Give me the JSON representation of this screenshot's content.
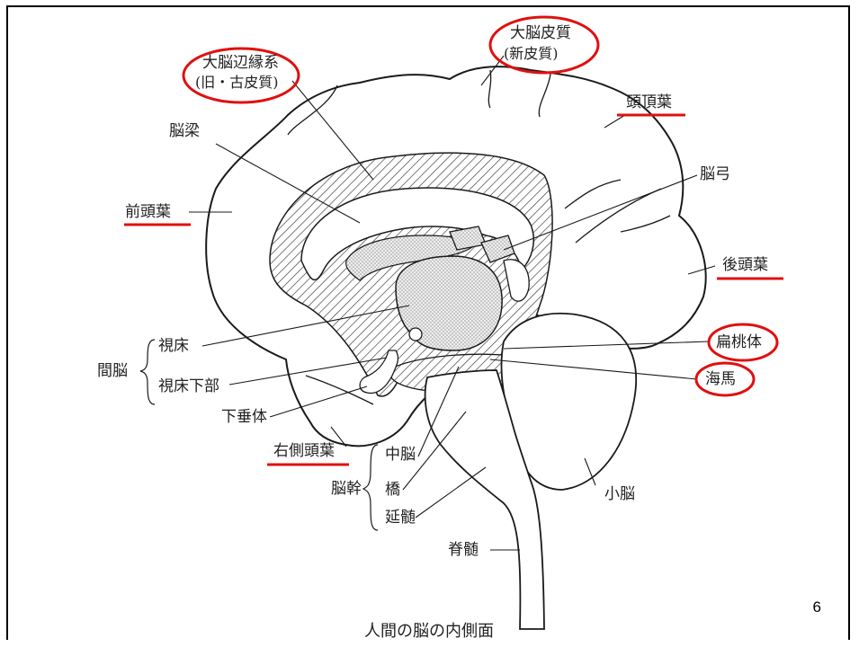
{
  "colors": {
    "highlight": "#e01010",
    "line": "#1a1a1a",
    "hatch": "#444444",
    "dots": "#9a9a9a"
  },
  "labels": {
    "limbic_1": "大脳辺縁系",
    "limbic_2": "(旧・古皮質)",
    "cortex_1": "大脳皮質",
    "cortex_2": "(新皮質)",
    "parietal": "頭頂葉",
    "corpus_callosum": "脳梁",
    "fornix": "脳弓",
    "frontal": "前頭葉",
    "occipital": "後頭葉",
    "amygdala": "扁桃体",
    "hippocampus": "海馬",
    "diencephalon": "間脳",
    "thalamus": "視床",
    "hypothalamus": "視床下部",
    "pituitary": "下垂体",
    "temporal": "右側頭葉",
    "brainstem": "脳幹",
    "midbrain": "中脳",
    "pons": "橋",
    "medulla": "延髄",
    "cerebellum": "小脳",
    "spinal_cord": "脊髄"
  },
  "caption": "人間の脳の内側面",
  "page_number": "6"
}
